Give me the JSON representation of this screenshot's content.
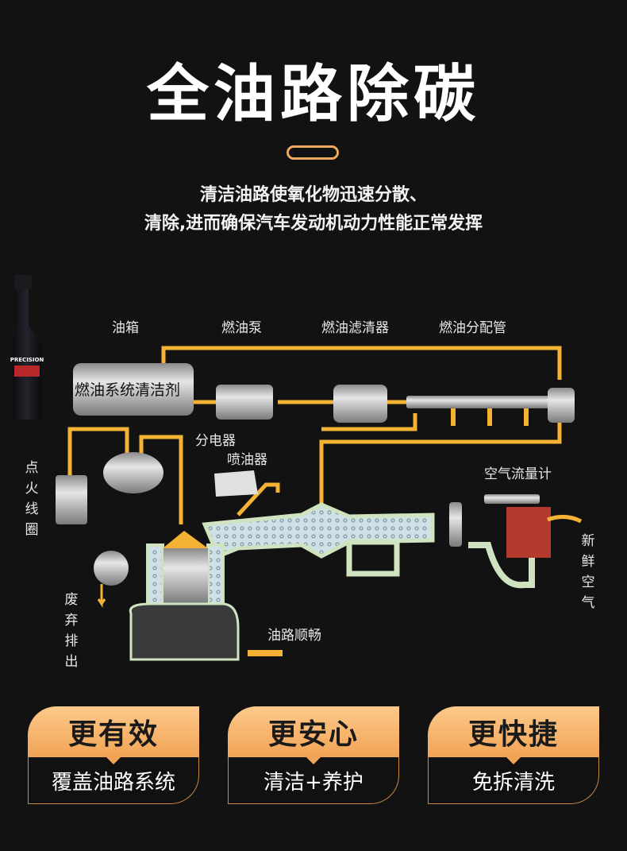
{
  "header": {
    "title": "全油路除碳",
    "subtitle_line1": "清洁油路使氧化物迅速分散、",
    "subtitle_line2": "清除,进而确保汽车发动机动力性能正常发挥"
  },
  "product": {
    "brand": "PRECISION",
    "product_name": "燃油系统清洁剂"
  },
  "diagram": {
    "labels": {
      "fuel_tank": "油箱",
      "fuel_pump": "燃油泵",
      "fuel_filter": "燃油滤清器",
      "fuel_rail": "燃油分配管",
      "distributor": "分电器",
      "injector": "喷油器",
      "air_flow_meter": "空气流量计",
      "ignition_coil": [
        "点",
        "火",
        "线",
        "圈"
      ],
      "exhaust": [
        "废",
        "弃",
        "排",
        "出"
      ],
      "fresh_air": [
        "新",
        "鲜",
        "空",
        "气"
      ],
      "legend": "油路顺畅"
    },
    "colors": {
      "fuel_line": "#f5b335",
      "metal": "#cfcfcf",
      "intake": "#cfe3c0",
      "air_meter": "#b53a2e"
    }
  },
  "features": [
    {
      "title": "更有效",
      "desc": "覆盖油路系统"
    },
    {
      "title": "更安心",
      "desc": "清洁+养护"
    },
    {
      "title": "更快捷",
      "desc": "免拆清洗"
    }
  ],
  "colors": {
    "background": "#121212",
    "accent": "#f2a456"
  }
}
